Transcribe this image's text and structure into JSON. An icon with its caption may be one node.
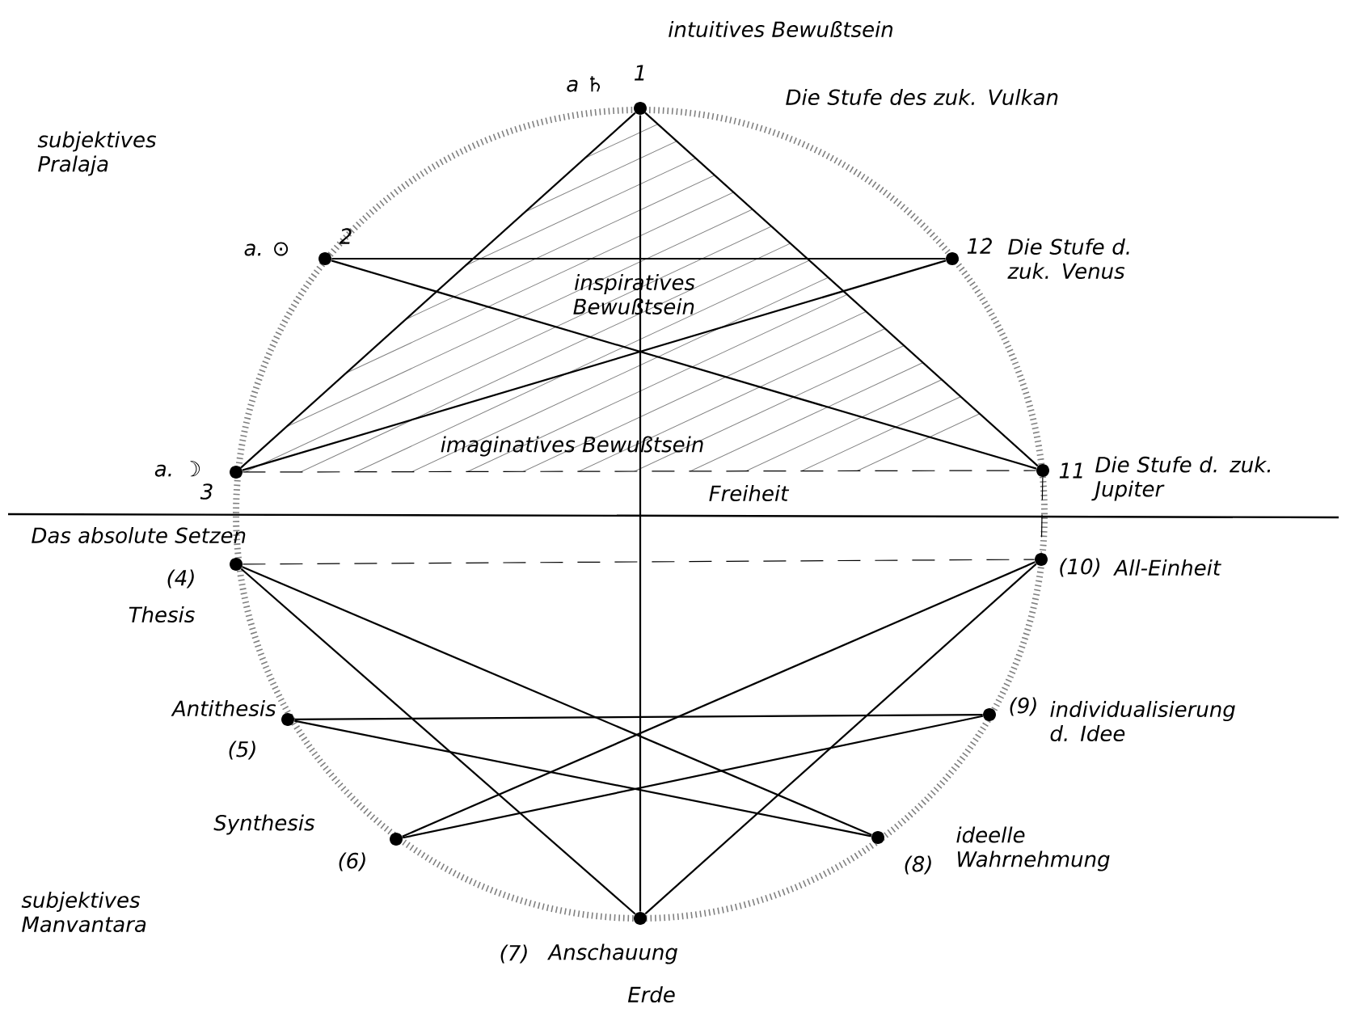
{
  "diagram": {
    "nodes": [
      {
        "text": [
          "1"
        ],
        "beside": [
          "a ♄"
        ]
      },
      {
        "text": [
          "2"
        ],
        "beside": [
          "a. ⊙"
        ]
      },
      {
        "text": [
          "12",
          "Die Stufe d. zuk. Venus"
        ]
      },
      {
        "text": [
          "3"
        ],
        "beside": [
          "a. ☽"
        ]
      },
      {
        "text": [
          "11",
          "Die Stufe d. zuk. Jupiter"
        ]
      },
      {
        "text": [
          "(4)"
        ],
        "beside": [
          "Das absolute Setzen",
          "Thesis"
        ]
      },
      {
        "text": [
          "(10)",
          "All-Einheit"
        ]
      },
      {
        "text": [
          "(5)"
        ],
        "beside": [
          "Antithesis"
        ]
      },
      {
        "text": [
          "(9)",
          "individualisierung d. Idee"
        ]
      },
      {
        "text": [
          "(6)"
        ],
        "beside": [
          "Synthesis"
        ]
      },
      {
        "text": [
          "(8)",
          "ideelle Wahrnehmung"
        ]
      },
      {
        "text": [
          "(7)",
          "Anschauung",
          "Erde"
        ]
      }
    ],
    "edges": [
      {
        "from": 0,
        "to": 3,
        "arrow": "none"
      },
      {
        "from": 0,
        "to": 4,
        "arrow": "none"
      },
      {
        "from": 0,
        "to": 11,
        "arrow": "none"
      },
      {
        "from": 1,
        "to": 2,
        "arrow": "none"
      },
      {
        "from": 1,
        "to": 4,
        "arrow": "none"
      },
      {
        "from": 3,
        "to": 2,
        "arrow": "none"
      },
      {
        "from": 3,
        "to": 4,
        "arrow": "none",
        "style": "dashed"
      },
      {
        "from": 4,
        "to": 6,
        "arrow": "none",
        "style": "dashed"
      },
      {
        "from": 5,
        "to": 6,
        "arrow": "none",
        "style": "dashed"
      },
      {
        "from": 5,
        "to": 11,
        "arrow": "none"
      },
      {
        "from": 5,
        "to": 10,
        "arrow": "none"
      },
      {
        "from": 7,
        "to": 8,
        "arrow": "none"
      },
      {
        "from": 7,
        "to": 10,
        "arrow": "none"
      },
      {
        "from": 9,
        "to": 6,
        "arrow": "none"
      },
      {
        "from": 9,
        "to": 8,
        "arrow": "none"
      },
      {
        "from": 6,
        "to": 11,
        "arrow": "none"
      }
    ],
    "labels": [
      "intuitives Bewußtsein",
      "Die Stufe des zuk. Vulkan",
      "subjektives Pralaja",
      "inspiratives Bewußtsein",
      "imaginatives Bewußtsein",
      "Freiheit",
      "subjektives Manvantara"
    ]
  }
}
